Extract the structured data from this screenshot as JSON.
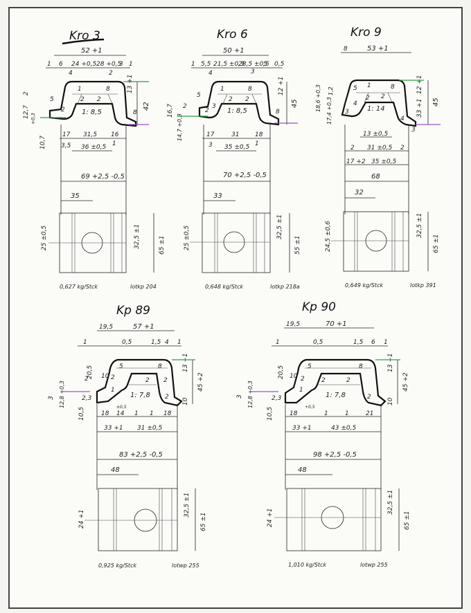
{
  "colors": {
    "ink": "#222222",
    "paper": "#fbfbf8",
    "accent_green": "#2e9e46",
    "accent_purple": "#9a4fc7",
    "accent_blue": "#3c78c8"
  },
  "panels": {
    "kro3": {
      "title": "Kro 3",
      "weight": "0,627 kg/Stck",
      "ref": "lotkp 204",
      "dims": [
        "52 +1",
        "1",
        "6",
        "24 +0,5",
        "28 +0,5",
        "3",
        "1",
        "4",
        "2",
        "5",
        "1",
        "8",
        "13 +1",
        "2",
        "12,7",
        "8",
        "+0,3",
        "10,7",
        "2",
        "1: 8,5",
        "2",
        "2",
        "42",
        "17",
        "31,5",
        "16",
        "3,5",
        "36 ±0,5",
        "1",
        "69 +2,5 -0,5",
        "35",
        "25 ±0,5",
        "32,5 ±1",
        "65 ±1"
      ]
    },
    "kro6": {
      "title": "Kro 6",
      "weight": "0,648 kg/Stck",
      "ref": "lotkp 218a",
      "dims": [
        "50 +1",
        "1",
        "5,5",
        "21,5 ±0,5",
        "28,5 ±0,5",
        "5",
        "0,5",
        "3",
        "4",
        "5",
        "1",
        "8",
        "12 +1",
        "16,7",
        "2",
        "8",
        "3",
        "14,7 +0,3",
        "2",
        "1: 8,5",
        "2",
        "2",
        "45",
        "17",
        "31",
        "18",
        "3",
        "35 ±0,5",
        "1",
        "70 +2,5 -0,5",
        "33",
        "25 ±0,5",
        "32,5 ±1",
        "55 ±1"
      ]
    },
    "kro9": {
      "title": "Kro 9",
      "weight": "0,649 kg/Stck",
      "ref": "lotkp 391",
      "dims": [
        "8",
        "53 +1",
        "5",
        "1",
        "8",
        "12 +1",
        "18,6 +0,3",
        "1,2",
        "2",
        "2",
        "17,4 +0,3",
        "3",
        "4",
        "1: 14",
        "33 +1",
        "45",
        "4",
        "3",
        "13 ±0,5",
        "2",
        "31 ±0,5",
        "2",
        "17 +2",
        "35 ±0,5",
        "68",
        "32",
        "24,5 ±0,6",
        "32,5 ±1",
        "65 ±1"
      ]
    },
    "kp89": {
      "title": "Kp 89",
      "weight": "0,925 kg/Stck",
      "ref": "lotwp 255",
      "dims": [
        "19,5",
        "57 +1",
        "1",
        "0,5",
        "1,5",
        "4",
        "1",
        "20,5",
        "5",
        "8",
        "13 +1",
        "2",
        "10",
        "2",
        "2",
        "2",
        "3",
        "12,8 +0,3",
        "2,3",
        "1",
        "1: 7,8",
        "2",
        "10",
        "45 +2",
        "10,5",
        "18",
        "14",
        "1",
        "1",
        "18",
        "±0,5",
        "33 +1",
        "31 ±0,5",
        "83 +2,5 -0,5",
        "48",
        "24 +1",
        "32,5 ±1",
        "65 ±1"
      ]
    },
    "kp90": {
      "title": "Kp 90",
      "weight": "1,010 kg/Stck",
      "ref": "lotwp 255",
      "dims": [
        "19,5",
        "70 +1",
        "1",
        "0,5",
        "1,5",
        "6",
        "1",
        "20,5",
        "5",
        "8",
        "13 +1",
        "10",
        "2",
        "2",
        "2",
        "3",
        "12,8 +0,3",
        "2,3",
        "1",
        "1: 7,8",
        "2",
        "10",
        "45 +2",
        "10,5",
        "18",
        "1",
        "1",
        "21",
        "+0,5",
        "33 +1",
        "43 ±0,5",
        "98 +2,5 -0,5",
        "48",
        "24 +1",
        "32,5 ±1",
        "65 ±1"
      ]
    }
  }
}
